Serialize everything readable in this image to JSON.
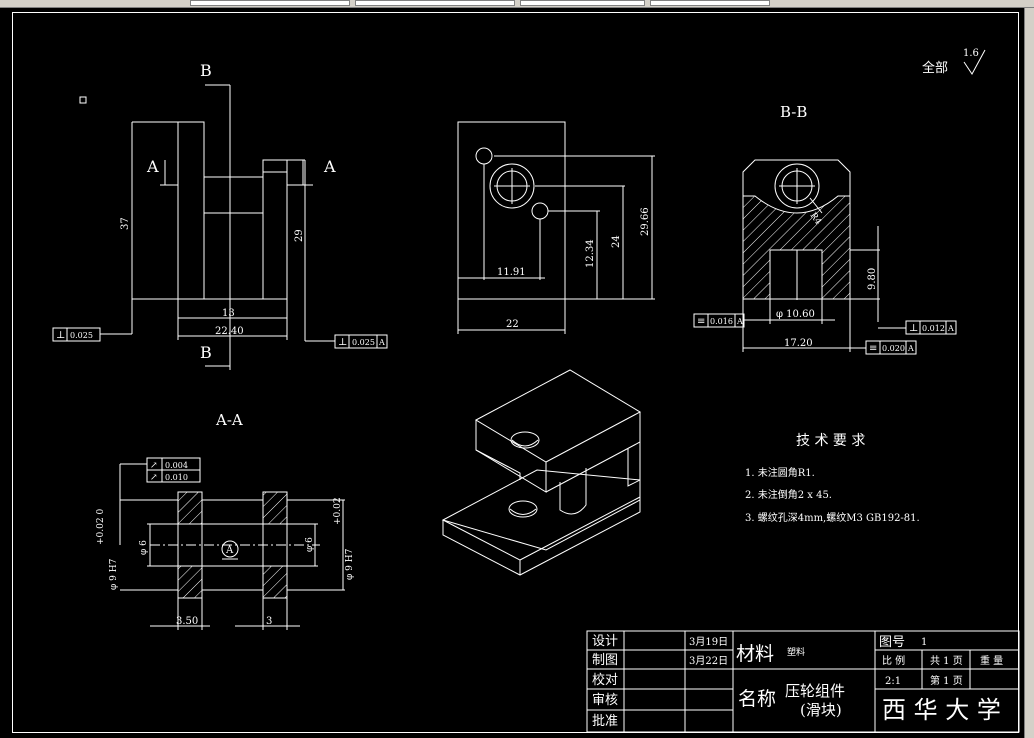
{
  "roughness": {
    "label": "全部",
    "value": "1.6"
  },
  "views": {
    "front": {
      "section_b": "B",
      "section_a": "A",
      "dim_height": "37",
      "dim_inner": "29",
      "dim_width_inner": "13",
      "dim_width": "22.40",
      "tol_left": "0.025",
      "tol_right": "0.025",
      "datum": "A"
    },
    "top": {
      "dim_x": "11.91",
      "dim_h1": "12.34",
      "dim_h2": "24",
      "dim_h3": "29.66",
      "dim_w": "22"
    },
    "section_bb": {
      "title": "B-B",
      "radius": "R4",
      "dim_h": "9.80",
      "dim_bore": "φ 10.60",
      "dim_w": "17.20",
      "sym_left": "0.016",
      "perp_right": "0.012",
      "sym_bottom": "0.020",
      "datum": "A"
    },
    "section_aa": {
      "title": "A-A",
      "runout1": "0.004",
      "runout2": "0.010",
      "dim_left_tol": "+0.02  0",
      "dim_left_d": "φ 9 H7",
      "dim_bore": "φ 6",
      "dim_bore2": "φ 6",
      "dim_right_tol": "+0.02",
      "dim_right_d": "φ 9 H7",
      "dim_w1": "3.50",
      "dim_w2": "3",
      "datum": "A"
    }
  },
  "tech": {
    "title": "技 术 要 求",
    "items": [
      "1. 未注圆角R1.",
      "2. 未注倒角2 x 45.",
      "3. 螺纹孔深4mm,螺纹M3 GB192-81."
    ]
  },
  "titleblock": {
    "rows": [
      "设计",
      "制图",
      "校对",
      "审核",
      "批准"
    ],
    "date1": "3月19日",
    "date2": "3月22日",
    "material_label": "材料",
    "material_value": "塑料",
    "name_label": "名称",
    "name_value1": "压轮组件",
    "name_value2": "(滑块)",
    "drawing_no_label": "图号",
    "drawing_no": "1",
    "scale_label": "比  例",
    "sheets_total": "共 1 页",
    "weight_label": "重  量",
    "scale": "2:1",
    "sheet_no": "第 1 页",
    "school": "西 华 大 学"
  }
}
